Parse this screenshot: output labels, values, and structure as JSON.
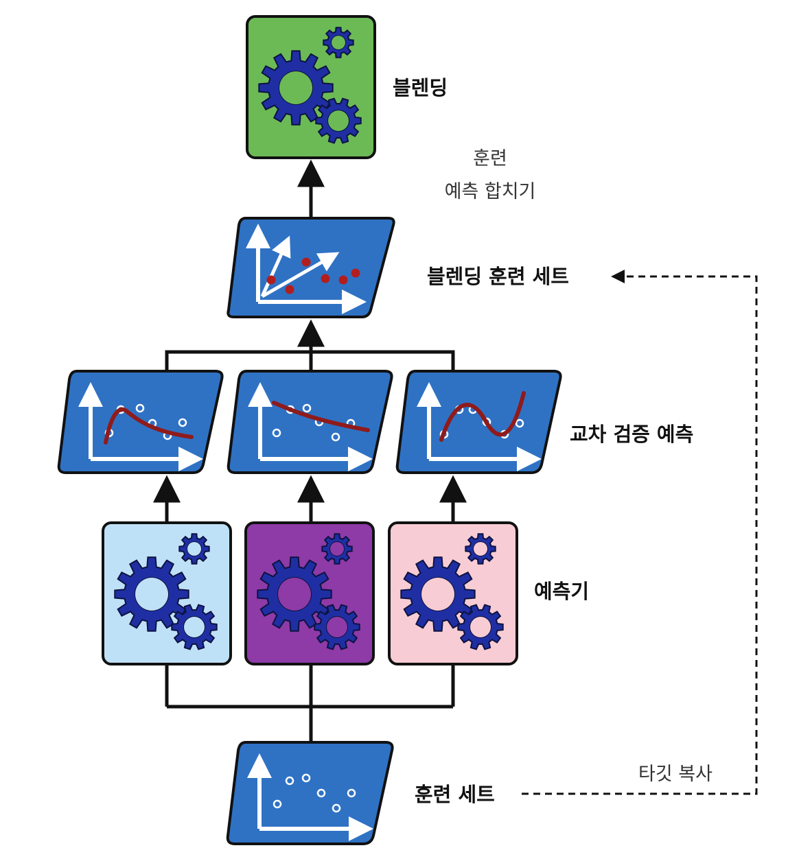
{
  "labels": {
    "blending": "블렌딩",
    "train_line1": "훈련",
    "train_line2": "예측 합치기",
    "blending_train_set": "블렌딩 훈련 세트",
    "cv_predictions": "교차 검증 예측",
    "predictors": "예측기",
    "training_set": "훈련 세트",
    "target_copy": "타깃 복사"
  },
  "colors": {
    "blender_fill": "#6cba55",
    "dataset_fill": "#2f72c4",
    "gear_fill": "#1f2fa3",
    "predictor_1_fill": "#bfe1f7",
    "predictor_2_fill": "#8e3aa7",
    "predictor_3_fill": "#f8ccd4",
    "curve_color": "#8f1b1b",
    "point_color": "#b21e1e",
    "outline": "#111111"
  },
  "icons": {
    "blender": "gears-icon",
    "predictor": "gears-icon",
    "dataset": "scatter-plot-icon",
    "prediction": "fitted-curve-icon"
  }
}
